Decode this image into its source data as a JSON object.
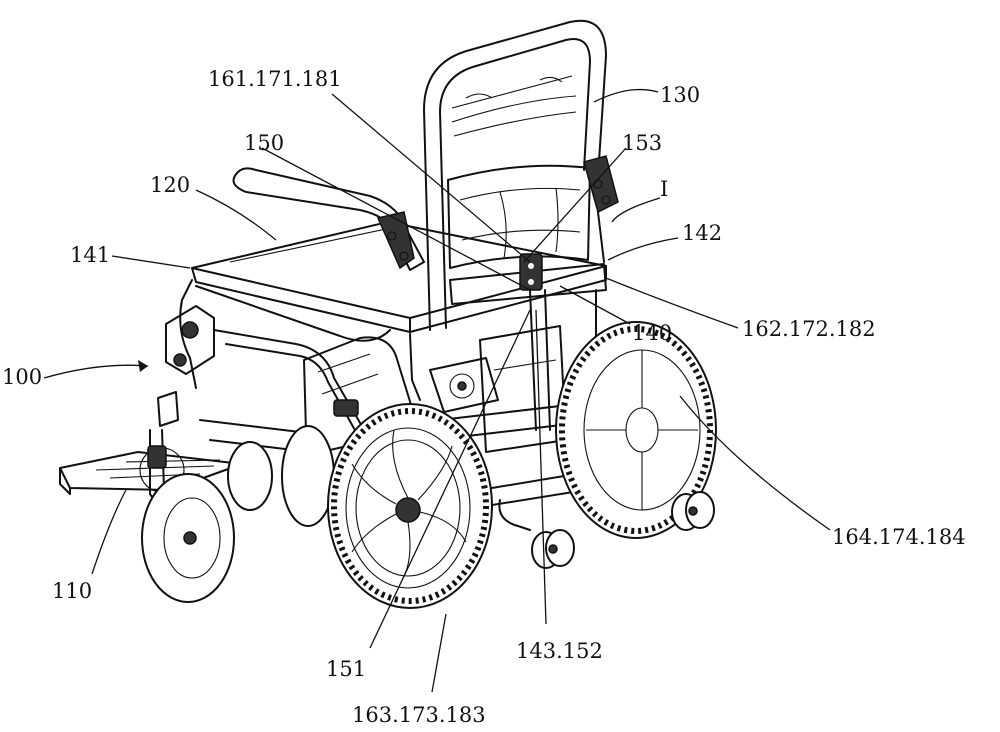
{
  "labels": {
    "l130": "130",
    "l161": "161.171.181",
    "l153": "153",
    "l150": "150",
    "lI": "I",
    "l120": "120",
    "l142": "142",
    "l141": "141",
    "l140": "140",
    "l162": "162.172.182",
    "l100": "100",
    "l164": "164.174.184",
    "l110": "110",
    "l143": "143.152",
    "l151": "151",
    "l163": "163.173.183"
  }
}
